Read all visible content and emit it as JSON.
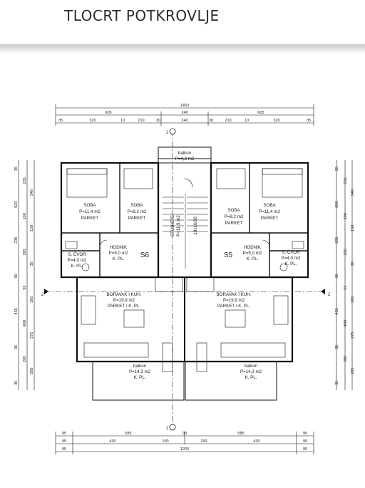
{
  "title": "TLOCRT POTKROVLJE",
  "dims_top": {
    "total": "1450",
    "row2": [
      "605",
      "240",
      "605"
    ],
    "row3": [
      "35",
      "320",
      "10",
      "210",
      "30",
      "240",
      "30",
      "210",
      "10",
      "320",
      "35"
    ]
  },
  "dims_bottom": {
    "row1": [
      "95",
      "585",
      "90",
      "585",
      "95"
    ],
    "row2": [
      "95",
      "430",
      "190",
      "190",
      "430",
      "95"
    ],
    "row3": [
      "95",
      "1260",
      "95"
    ]
  },
  "dims_left": [
    "35",
    "235",
    "340",
    "620",
    "100",
    "150",
    "235",
    "205",
    "30",
    "60",
    "55",
    "100",
    "435",
    "400",
    "275",
    "35",
    "205",
    "205",
    "35"
  ],
  "dims_right": [
    "35",
    "235",
    "340",
    "620",
    "100",
    "150",
    "205",
    "235",
    "30",
    "60",
    "55",
    "100",
    "435",
    "400",
    "275",
    "35",
    "205",
    "205",
    "35"
  ],
  "section_marks": {
    "top": "1",
    "bottom": "1",
    "left": "2",
    "right": "2"
  },
  "rooms": {
    "balkon_top": {
      "name": "balkon",
      "area": "P=4,3 m2"
    },
    "stubiste": {
      "name": "STUBIŠTE",
      "area": "P=11,9 m2",
      "steps": "18x16/30"
    },
    "soba_l1": {
      "name": "SOBA",
      "area": "P=11,4 m2",
      "floor": "PARKET"
    },
    "soba_l2": {
      "name": "SOBA",
      "area": "P=8,2 m2",
      "floor": "PARKET"
    },
    "soba_r2": {
      "name": "SOBA",
      "area": "P=8,2 m2",
      "floor": "PARKET"
    },
    "soba_r1": {
      "name": "SOBA",
      "area": "P=11,4 m2",
      "floor": "PARKET"
    },
    "cvor_l": {
      "name": "S. ČVOR",
      "area": "P=4,0 m2",
      "floor": "K. PL."
    },
    "cvor_r": {
      "name": "S. ČVOR",
      "area": "P=4,0 m2",
      "floor": "K. PL."
    },
    "hodnik_l": {
      "name": "HODNIK",
      "area": "P=5,0 m2",
      "floor": "K. PL."
    },
    "hodnik_r": {
      "name": "HODNIK",
      "area": "P=5,0 m2",
      "floor": "K. PL."
    },
    "boravak_l": {
      "name": "BORAVAK I KUH.",
      "area": "P=19,9 m2",
      "floor": "PARKET / K. PL."
    },
    "boravak_r": {
      "name": "BORAVAK I KUH.",
      "area": "P=19,9 m2",
      "floor": "PARKET / K. PL."
    },
    "balkon_l": {
      "name": "balkon",
      "area": "P=14,3 m2",
      "floor": "K. PL."
    },
    "balkon_r": {
      "name": "balkon",
      "area": "P=14,3 m2",
      "floor": "K. PL."
    }
  },
  "unit_labels": {
    "left": "S6",
    "right": "S5"
  }
}
